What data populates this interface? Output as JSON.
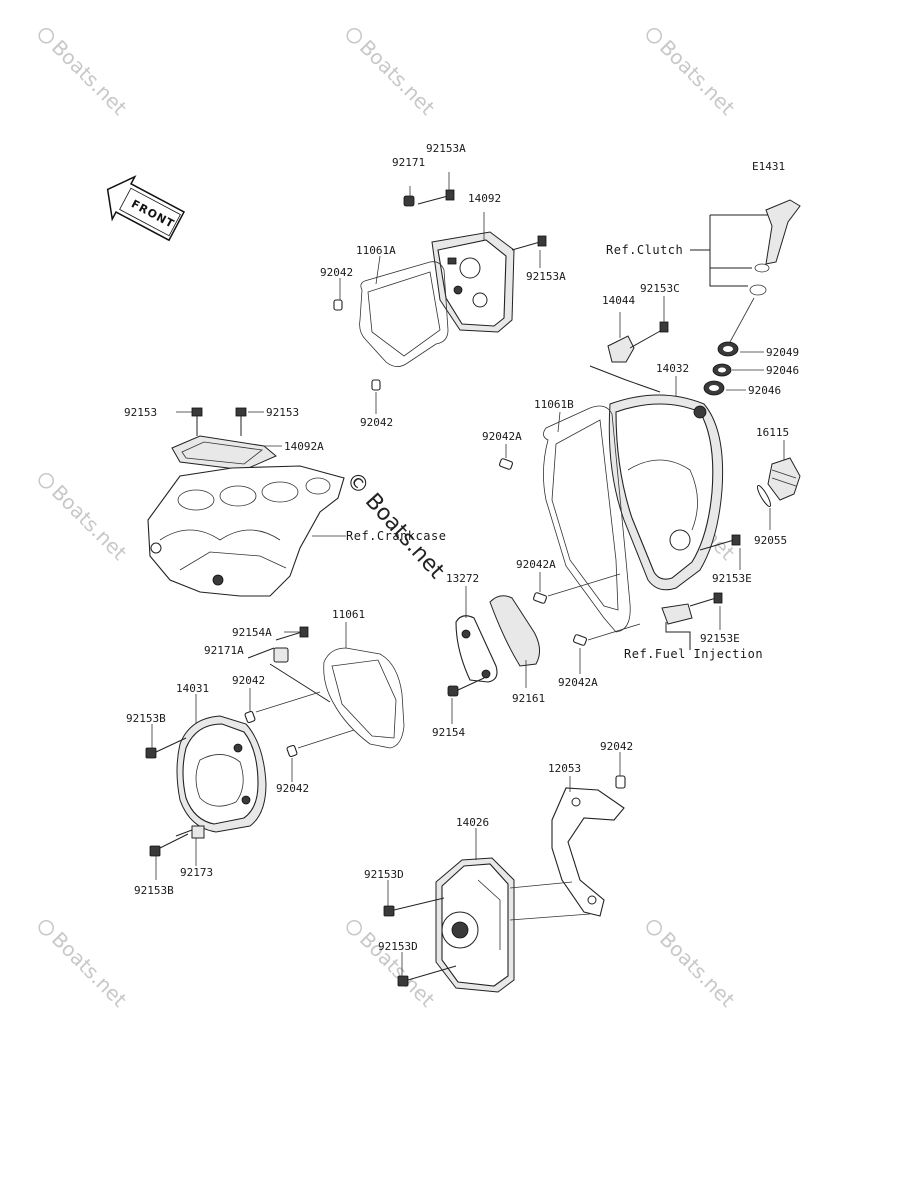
{
  "diagram_code": "E1431",
  "front_label": "FRONT",
  "watermark": "Boats.net",
  "center_watermark": "© Boats.net",
  "refs": {
    "clutch": "Ref.Clutch",
    "crankcase": "Ref.Crankcase",
    "fuel_injection": "Ref.Fuel Injection"
  },
  "parts": {
    "p92153A_top": "92153A",
    "p92171_top": "92171",
    "p14092": "14092",
    "p11061A": "11061A",
    "p92042_a": "92042",
    "p92153A_right": "92153A",
    "p92042_b": "92042",
    "p14044": "14044",
    "p92153C": "92153C",
    "p14032": "14032",
    "p92049": "92049",
    "p92046_a": "92046",
    "p92046_b": "92046",
    "p92153_left": "92153",
    "p92153_right": "92153",
    "p14092A": "14092A",
    "p11061B": "11061B",
    "p92042A_top": "92042A",
    "p16115": "16115",
    "p92055": "92055",
    "p92153E_a": "92153E",
    "p92153E_b": "92153E",
    "p13272": "13272",
    "p92042A_mid": "92042A",
    "p92042A_low": "92042A",
    "p92161": "92161",
    "p92154": "92154",
    "p11061": "11061",
    "p92154A": "92154A",
    "p92171A": "92171A",
    "p14031": "14031",
    "p92042_c": "92042",
    "p92153B_top": "92153B",
    "p92042_d": "92042",
    "p92173": "92173",
    "p92153B_bottom": "92153B",
    "p92042_e": "92042",
    "p12053": "12053",
    "p14026": "14026",
    "p92153D_a": "92153D",
    "p92153D_b": "92153D"
  }
}
